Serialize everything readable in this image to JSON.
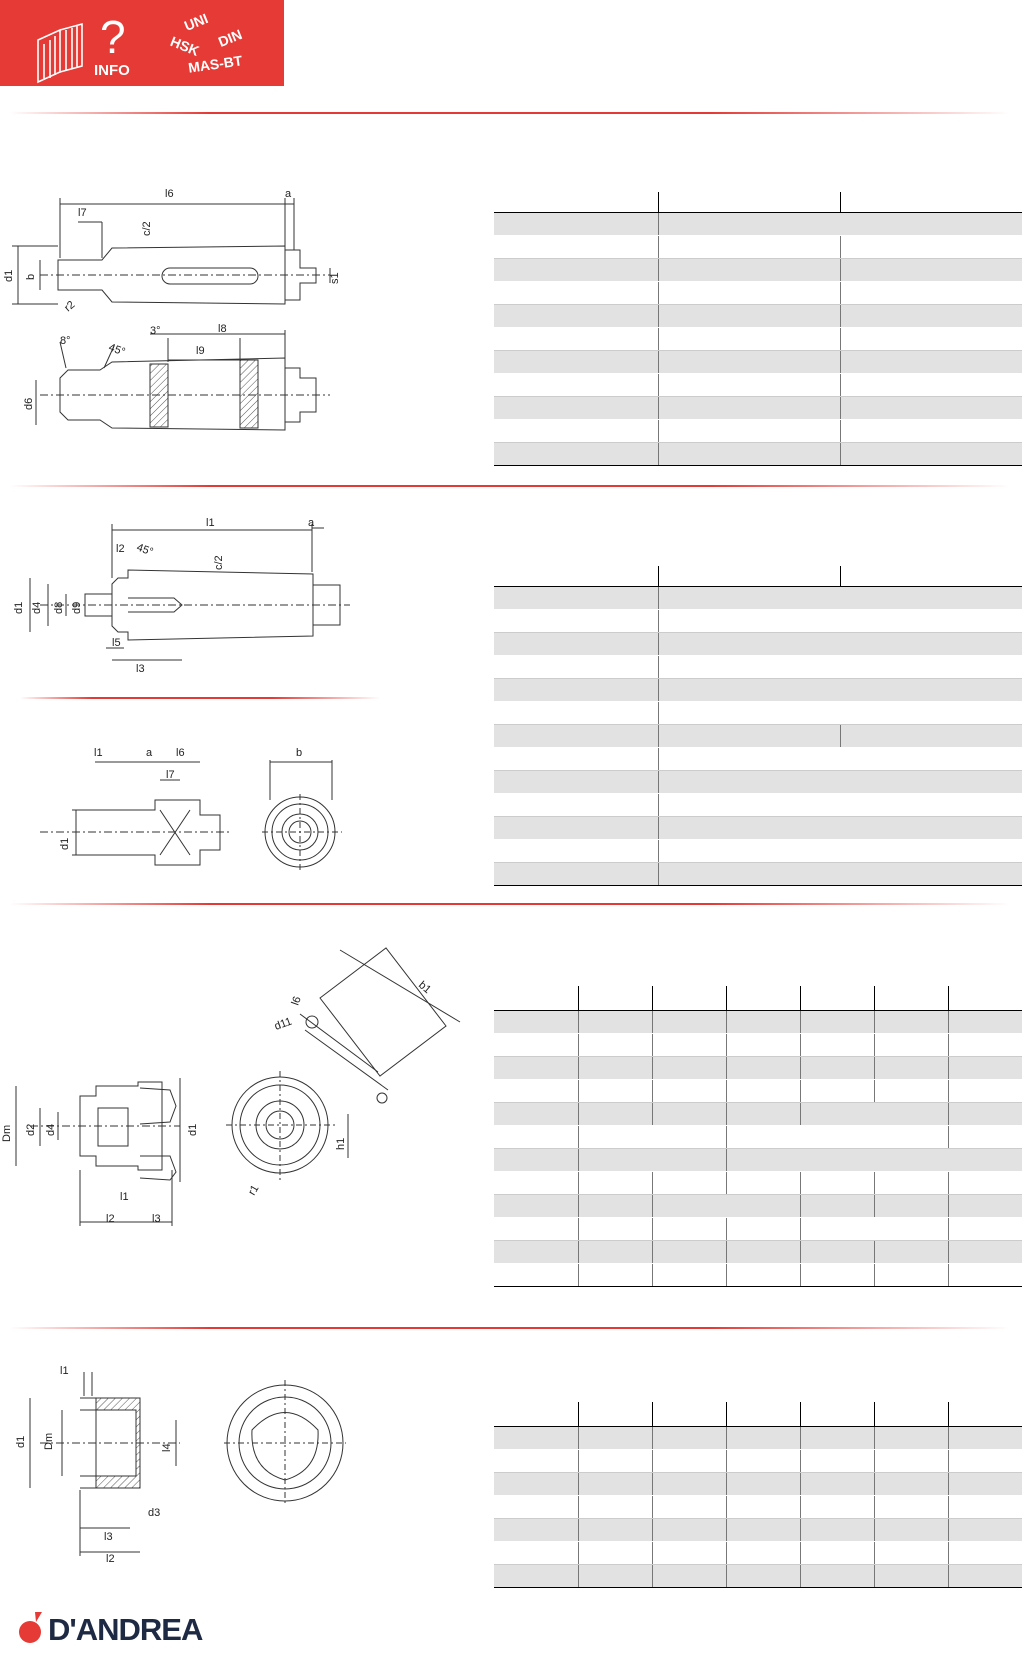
{
  "header": {
    "badge": {
      "info_label": "INFO",
      "question_mark": "?",
      "tags": [
        "UNI",
        "HSK",
        "DIN",
        "MAS-BT"
      ],
      "color": "#e53a35"
    }
  },
  "section1": {
    "drawing_labels": [
      "l6",
      "a",
      "l7",
      "c/2",
      "d1",
      "b",
      "s1",
      "r2",
      "8°",
      "45°",
      "3°",
      "l8",
      "l9",
      "d6"
    ]
  },
  "section2": {
    "drawing_labels": [
      "l1",
      "a",
      "l2",
      "45°",
      "c/2",
      "d1",
      "d4",
      "d8",
      "d9",
      "l5",
      "l3"
    ],
    "sub_drawing_labels": [
      "l1",
      "a",
      "l6",
      "l7",
      "d1",
      "b"
    ]
  },
  "section3": {
    "drawing_labels": [
      "b1",
      "l6",
      "d11",
      "Dm",
      "d2",
      "d4",
      "d1",
      "h1",
      "r1",
      "l1",
      "l2",
      "l3"
    ]
  },
  "section4": {
    "drawing_labels": [
      "l1",
      "d1",
      "Dm",
      "l4",
      "d3",
      "l3",
      "l2"
    ]
  },
  "footer": {
    "brand": "D'ANDREA",
    "brand_color": "#1e2a44",
    "logo_color": "#e53a35"
  }
}
